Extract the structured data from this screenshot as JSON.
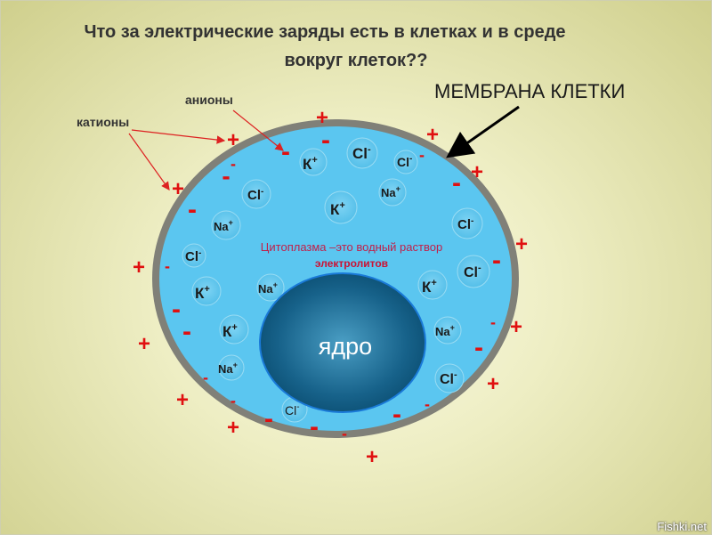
{
  "title": {
    "line1": "Что за электрические заряды есть в клетках  и в среде",
    "line2": "вокруг клеток??"
  },
  "labels": {
    "membrane": "МЕМБРАНА КЛЕТКИ",
    "anions": "анионы",
    "cations": "катионы",
    "cytoplasm_line1": "Цитоплазма –это водный раствор",
    "cytoplasm_line2": "электролитов",
    "nucleus": "ядро"
  },
  "ions": {
    "k": "К",
    "na": "Na",
    "cl": "Cl",
    "plus": "+",
    "minus": "-"
  },
  "colors": {
    "cell_fill": "#5bc6f0",
    "membrane": "#808078",
    "nucleus_dark": "#0b4e72",
    "nucleus_light": "#4a9ec4",
    "charge_red": "#e01010",
    "electrolytes_red": "#cc1133"
  },
  "watermark": "Fishki.net"
}
